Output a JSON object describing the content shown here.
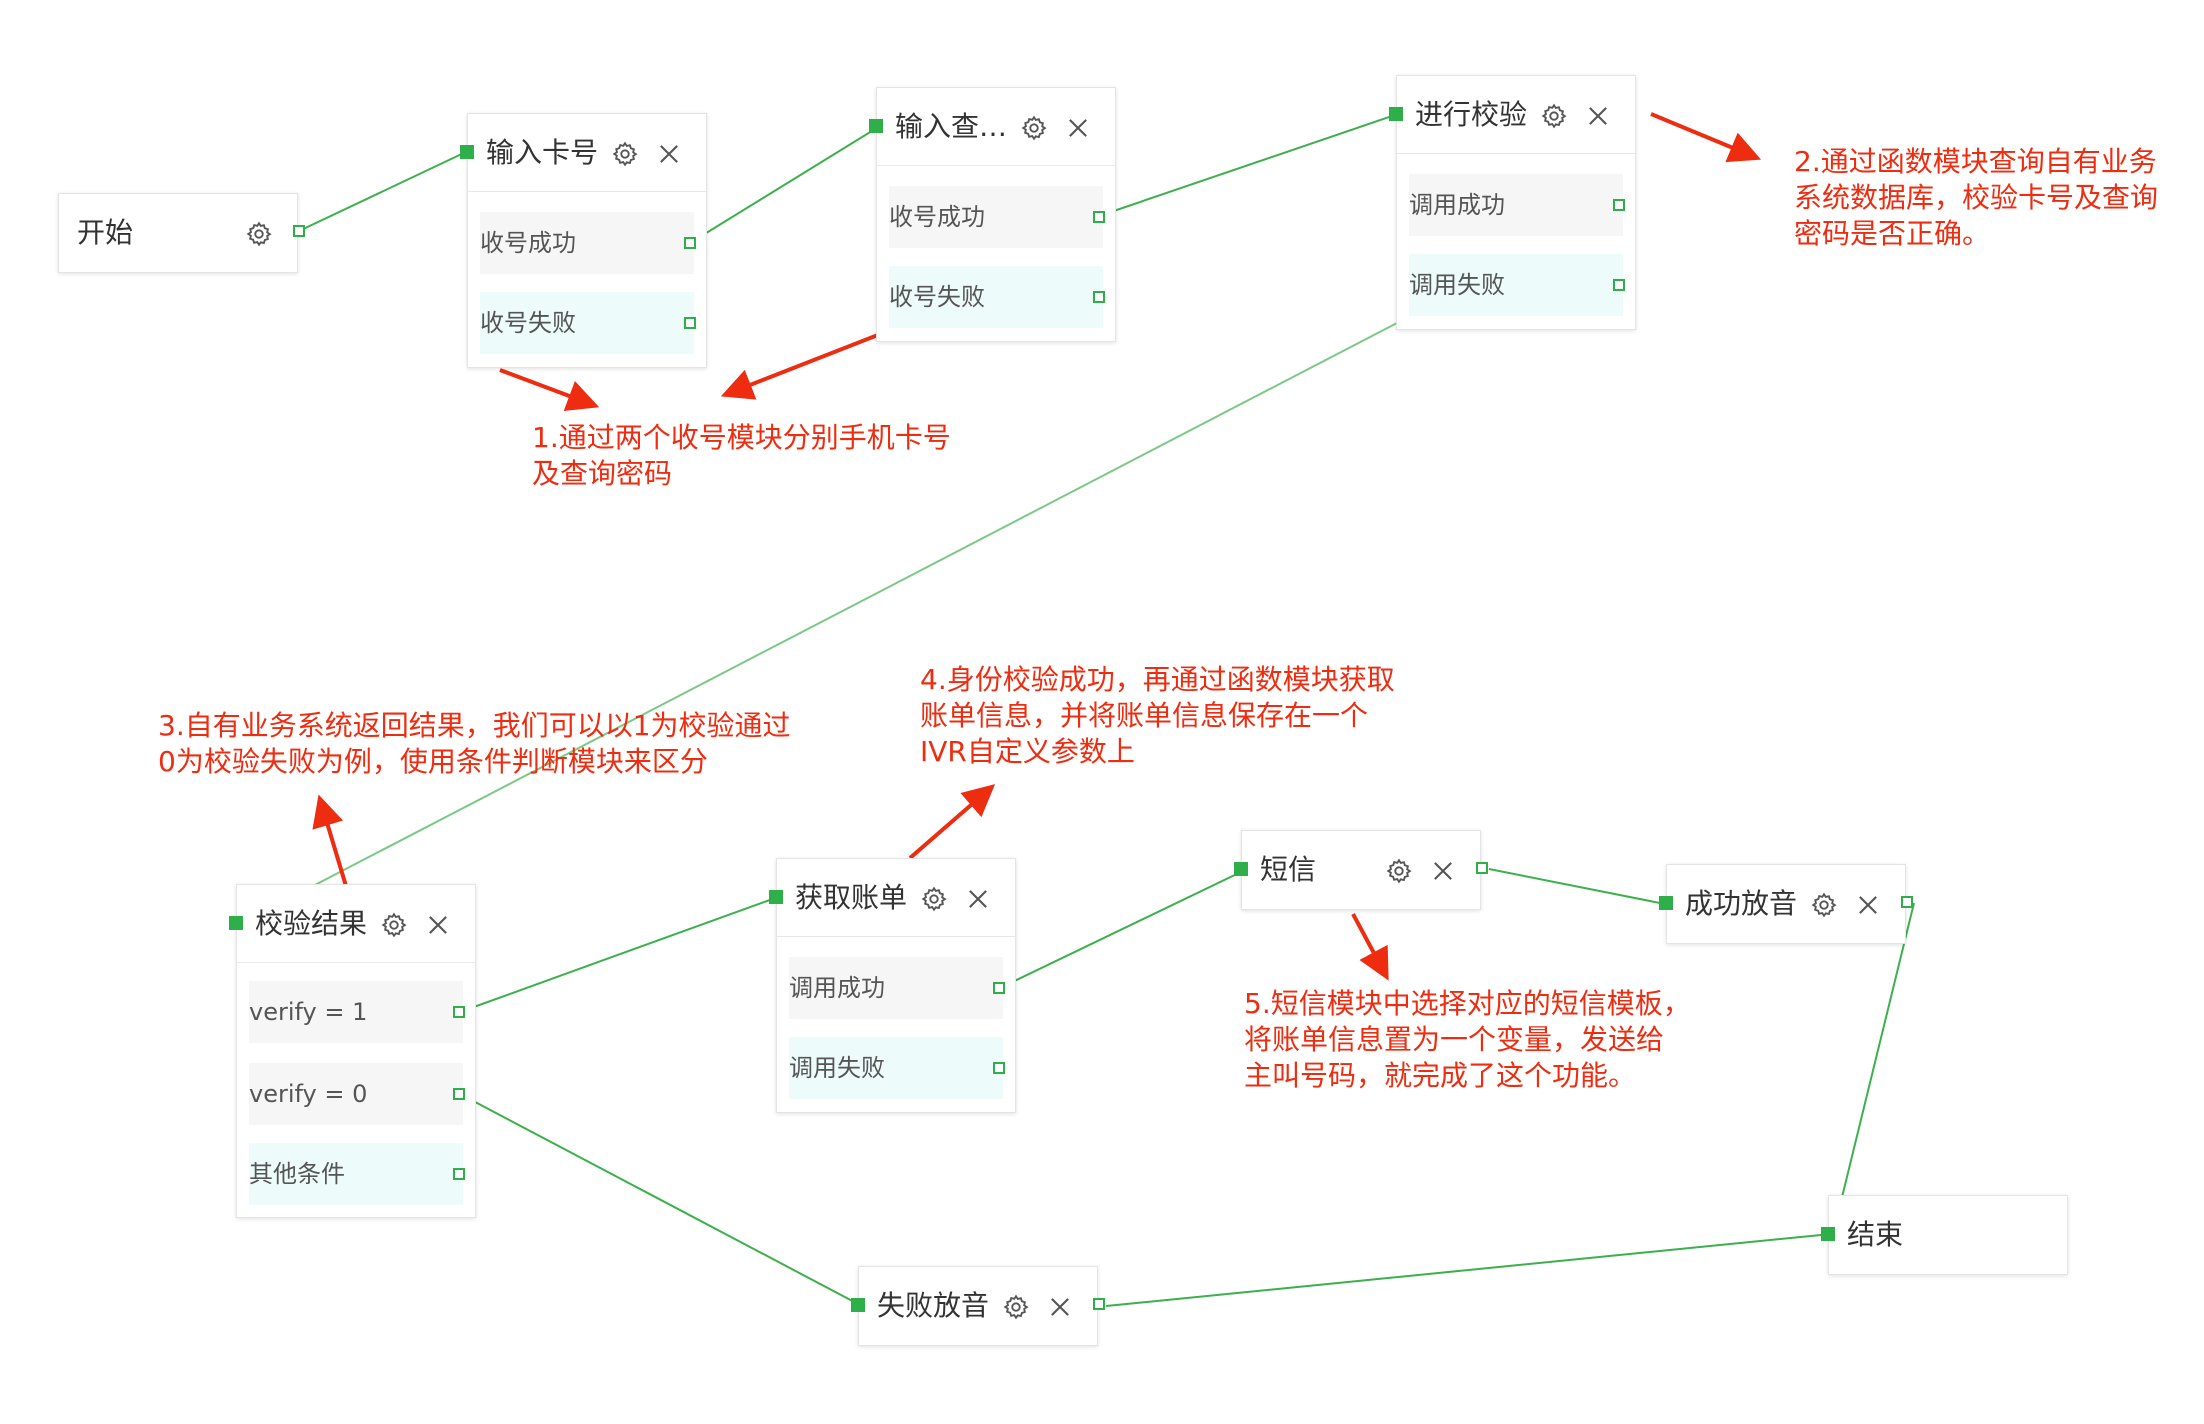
{
  "nodes": {
    "start": {
      "title": "开始"
    },
    "input_card": {
      "title": "输入卡号",
      "rows": [
        "收号成功",
        "收号失败"
      ]
    },
    "input_query": {
      "title": "输入查…",
      "rows": [
        "收号成功",
        "收号失败"
      ]
    },
    "verify": {
      "title": "进行校验",
      "rows": [
        "调用成功",
        "调用失败"
      ]
    },
    "verify_result": {
      "title": "校验结果",
      "rows": [
        "verify = 1",
        "verify = 0",
        "其他条件"
      ]
    },
    "get_bill": {
      "title": "获取账单",
      "rows": [
        "调用成功",
        "调用失败"
      ]
    },
    "sms": {
      "title": "短信"
    },
    "success_play": {
      "title": "成功放音"
    },
    "fail_play": {
      "title": "失败放音"
    },
    "end": {
      "title": "结束"
    }
  },
  "annotations": {
    "a1": [
      "1.通过两个收号模块分别手机卡号",
      "及查询密码"
    ],
    "a2": [
      "2.通过函数模块查询自有业务",
      "系统数据库，校验卡号及查询",
      "密码是否正确。"
    ],
    "a3": [
      "3.自有业务系统返回结果，我们可以以1为校验通过",
      "0为校验失败为例，使用条件判断模块来区分"
    ],
    "a4": [
      "4.身份校验成功，再通过函数模块获取",
      "账单信息，并将账单信息保存在一个",
      "IVR自定义参数上"
    ],
    "a5": [
      "5.短信模块中选择对应的短信模板，",
      "将账单信息置为一个变量，发送给",
      "主叫号码，就完成了这个功能。"
    ]
  },
  "icons": {
    "settings": "gear-icon",
    "close": "close-icon"
  },
  "colors": {
    "wire": "#3cb04c",
    "port": "#2eaf4a",
    "annotation": "#ee2c10",
    "row_gray": "#f6f6f6",
    "row_cyan": "#eefbfb"
  }
}
